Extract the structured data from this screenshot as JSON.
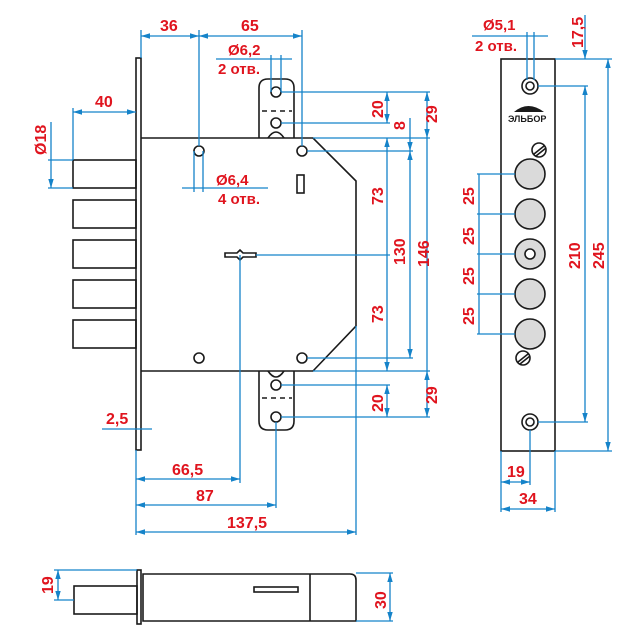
{
  "title": "Mortise lock dimensional drawing",
  "brand_logo": "ЭЛЬБОР",
  "colors": {
    "dimension_text": "#e0141e",
    "dimension_line": "#1583c9",
    "outline": "#1a1a1a",
    "bolt_fill": "#dadada"
  },
  "front_view": {
    "bolt_length": "40",
    "bolt_diameter": "Ø18",
    "faceplate_to_mount_hole": "36",
    "mount_hole_spacing": "65",
    "strike_hole_diameter": "Ø6,2",
    "strike_hole_count": "2 отв.",
    "mount_hole_diameter": "Ø6,4",
    "mount_hole_count": "4 отв.",
    "top_strike_offset": "20",
    "top_hole_offset": "8",
    "top_total_offset": "29",
    "upper_half_height": "73",
    "lower_half_height": "73",
    "mount_hole_vertical_spacing": "130",
    "case_height": "146",
    "bottom_strike_offset": "20",
    "bottom_total_offset": "29",
    "faceplate_thickness": "2,5",
    "backset_to_keyhole": "66,5",
    "backset_to_strike_hole": "87",
    "case_depth": "137,5"
  },
  "faceplate_view": {
    "hole_diameter": "Ø5,1",
    "hole_count": "2 отв.",
    "top_offset": "17,5",
    "bolt_spacings": [
      "25",
      "25",
      "25",
      "25"
    ],
    "hole_spacing": "210",
    "plate_length": "245",
    "hole_from_edge": "19",
    "plate_width": "34"
  },
  "side_view": {
    "bolt_diameter": "19",
    "case_thickness": "30"
  }
}
